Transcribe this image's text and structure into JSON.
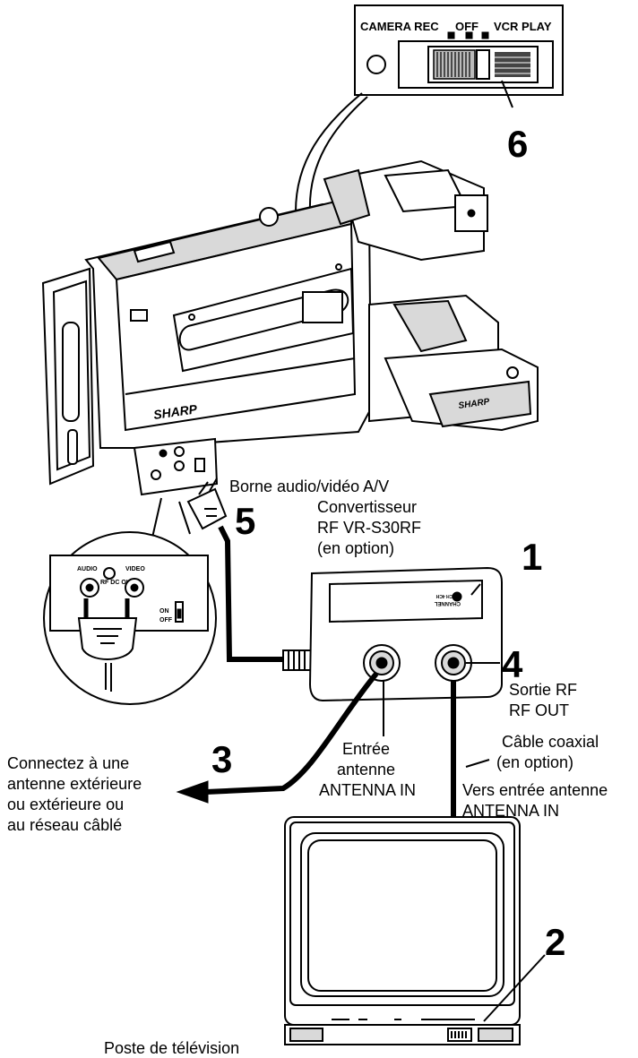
{
  "switch_panel": {
    "camera_rec": "CAMERA REC",
    "off": "OFF",
    "vcr_play": "VCR PLAY"
  },
  "camera": {
    "brand": "SHARP",
    "strap_brand": "SHARP"
  },
  "jack_panel": {
    "audio": "AUDIO",
    "rf_dc_out": "RF DC OUT",
    "video": "VIDEO",
    "on": "ON",
    "off": "OFF"
  },
  "converter_panel": {
    "channel": "CHANNEL",
    "ch_values": "3CH 4CH"
  },
  "steps": {
    "s1": "1",
    "s2": "2",
    "s3": "3",
    "s4": "4",
    "s5": "5",
    "s6": "6"
  },
  "labels": {
    "av_terminal": "Borne audio/vidéo A/V",
    "converter_l1": "Convertisseur",
    "converter_l2": "RF VR-S30RF",
    "converter_l3": "(en option)",
    "rf_out_l1": "Sortie RF",
    "rf_out_l2": "RF OUT",
    "antenna_in_l1": "Entrée",
    "antenna_in_l2": "antenne",
    "antenna_in_l3": "ANTENNA IN",
    "coax_l1": "Câble coaxial",
    "coax_l2": "(en option)",
    "to_antenna_l1": "Vers entrée antenne",
    "to_antenna_l2": "ANTENNA IN",
    "connect_l1": "Connectez à une",
    "connect_l2": "antenne extérieure",
    "connect_l3": "ou extérieure ou",
    "connect_l4": "au réseau câblé",
    "tv": "Poste de télévision"
  }
}
